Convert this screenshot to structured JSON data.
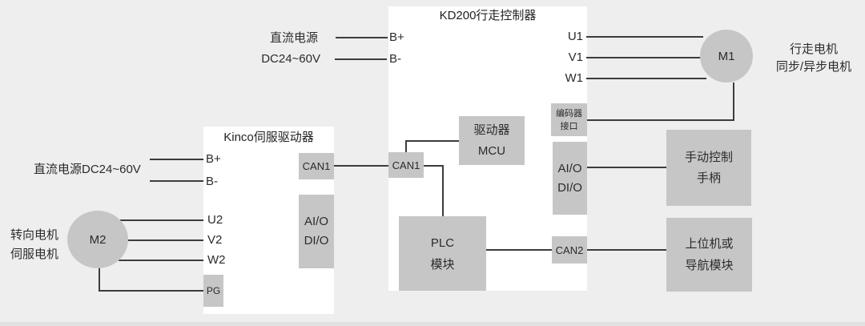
{
  "diagram": {
    "kd200": {
      "title": "KD200行走控制器",
      "b_plus": "B+",
      "b_minus": "B-",
      "u1": "U1",
      "v1": "V1",
      "w1": "W1",
      "can1": "CAN1",
      "mcu": [
        "驱动器",
        "MCU"
      ],
      "encoder": [
        "编码器",
        "接口"
      ],
      "aio": "AI/O",
      "dio": "DI/O",
      "plc": [
        "PLC",
        "模块"
      ],
      "can2": "CAN2"
    },
    "kinco": {
      "title": "Kinco伺服驱动器",
      "b_plus": "B+",
      "b_minus": "B-",
      "u2": "U2",
      "v2": "V2",
      "w2": "W2",
      "can1": "CAN1",
      "aio": "AI/O",
      "dio": "DI/O",
      "pg": "PG"
    },
    "labels": {
      "dc_top_1": "直流电源",
      "dc_top_2": "DC24~60V",
      "dc_left": "直流电源DC24~60V",
      "m1": "M1",
      "m1_desc_1": "行走电机",
      "m1_desc_2": "同步/异步电机",
      "m2": "M2",
      "m2_desc_1": "转向电机",
      "m2_desc_2": "伺服电机",
      "handle_1": "手动控制",
      "handle_2": "手柄",
      "host_1": "上位机或",
      "host_2": "导航模块"
    },
    "colors": {
      "background": "#eeeeee",
      "panel": "#ffffff",
      "block": "#c6c6c6",
      "line": "#3c3c3c",
      "text": "#2b2b2b"
    }
  }
}
